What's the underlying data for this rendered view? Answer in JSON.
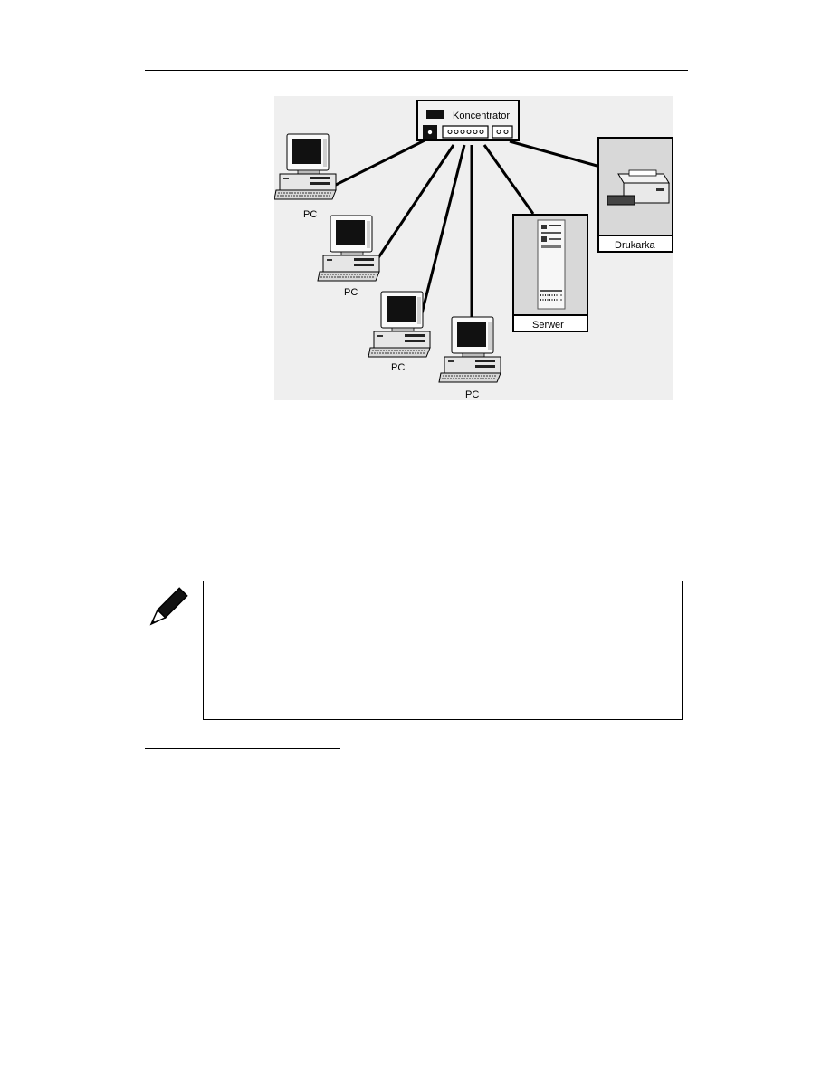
{
  "figure": {
    "hub_label": "Koncentrator",
    "pc_labels": [
      "PC",
      "PC",
      "PC",
      "PC"
    ],
    "server_label": "Serwer",
    "printer_label": "Drukarka"
  },
  "note": {
    "icon": "pencil-icon",
    "text": ""
  },
  "colors": {
    "background": "#ffffff",
    "figure_background": "#efefef",
    "ink": "#000000"
  }
}
